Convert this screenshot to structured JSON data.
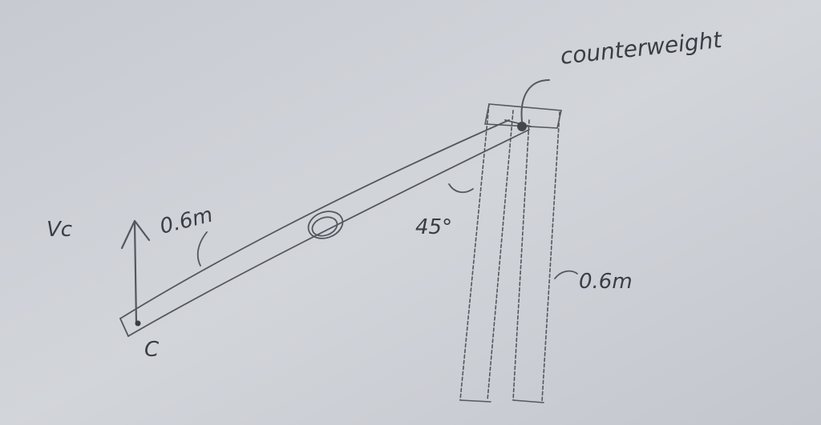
{
  "labels": {
    "counterweight": "counterweight",
    "velocity": "Vc",
    "point": "C",
    "arm_length": "0.6m",
    "angle": "45°",
    "post_length": "0.6m"
  }
}
